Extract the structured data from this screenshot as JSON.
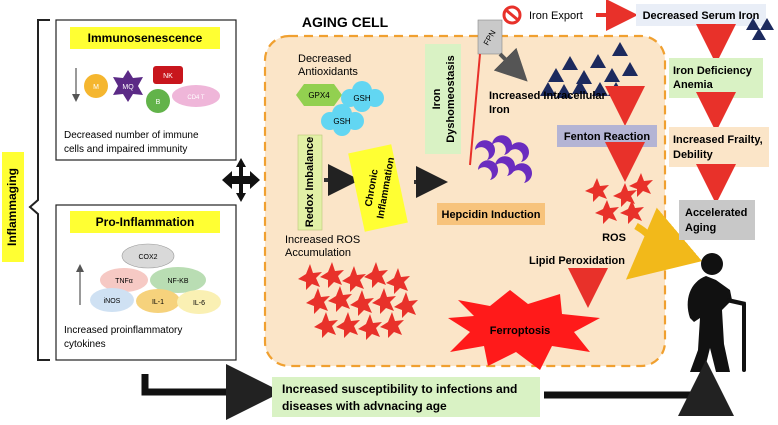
{
  "side_label": "Inflammaging",
  "immunosenescence": {
    "title": "Immunosenescence",
    "cells": [
      "M",
      "MQ",
      "NK",
      "B",
      "CD4 T"
    ],
    "caption_lines": [
      "Decreased number of immune",
      "cells and impaired immunity"
    ]
  },
  "pro_inflammation": {
    "title": "Pro-Inflammation",
    "markers": [
      "COX2",
      "TNFα",
      "NF-KB",
      "iNOS",
      "IL-1",
      "IL-6"
    ],
    "caption_lines": [
      "Increased proinflammatory",
      "cytokines"
    ]
  },
  "aging_cell": {
    "title": "AGING CELL",
    "decreased_antioxidants": [
      "Decreased",
      "Antioxidants"
    ],
    "antioxidants": [
      "GPX4",
      "GSH",
      "GSH"
    ],
    "redox_imbalance": "Redox Imbalance",
    "chronic_inflammation": [
      "Chronic",
      "Inflammation"
    ],
    "iron_dyshomeostasis": [
      "Iron",
      "Dyshomeostasis"
    ],
    "fpn": "FPN",
    "increased_intracellular_iron": [
      "Increased Intracellular",
      "Iron"
    ],
    "fenton_reaction": "Fenton Reaction",
    "hepcidin_induction": "Hepcidin Induction",
    "ros": "ROS",
    "increased_ros_accumulation": [
      "Increased ROS",
      "Accumulation"
    ],
    "lipid_peroxidation": "Lipid Peroxidation",
    "ferroptosis": "Ferroptosis"
  },
  "iron_export": "Iron Export",
  "right_chain": {
    "decreased_serum_iron": "Decreased Serum Iron",
    "iron_deficiency_anemia": [
      "Iron Deficiency",
      "Anemia"
    ],
    "frailty": [
      "Increased Frailty,",
      "Debility"
    ],
    "accelerated_aging": [
      "Accelerated",
      "Aging"
    ]
  },
  "bottom_box": [
    "Increased susceptibility to infections and",
    "diseases with advnacing age"
  ],
  "colors": {
    "yellow": "#ffff33",
    "green_box": "#d9f2c4",
    "peach": "#fbe5c8",
    "cell_border": "#f0a030",
    "red": "#e8312a",
    "navy": "#1c2a5e",
    "purple": "#6a2cbf"
  }
}
